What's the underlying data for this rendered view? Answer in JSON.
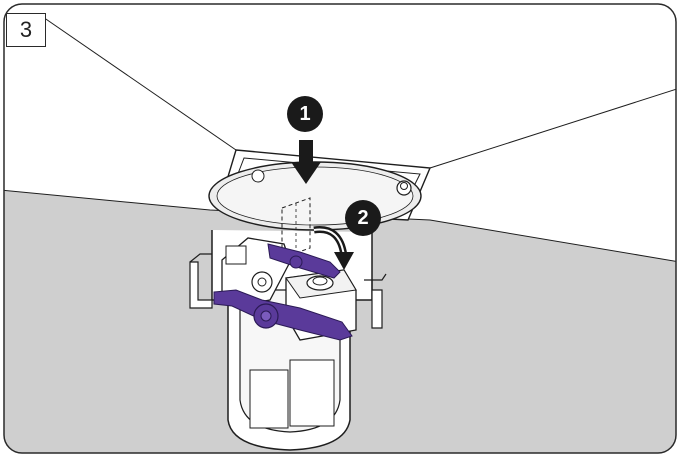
{
  "step_number": "3",
  "callouts": [
    {
      "label": "1",
      "meaning": "press-down"
    },
    {
      "label": "2",
      "meaning": "rotate"
    }
  ],
  "colors": {
    "ceiling": "#ffffff",
    "wall": "#cfcfcf",
    "line": "#1e1e1e",
    "accent": "#5a3a9a",
    "callout_fill": "#1a1a1a",
    "callout_text": "#ffffff"
  },
  "icons": [
    "press-down-arrow-icon",
    "rotate-arrow-icon"
  ]
}
